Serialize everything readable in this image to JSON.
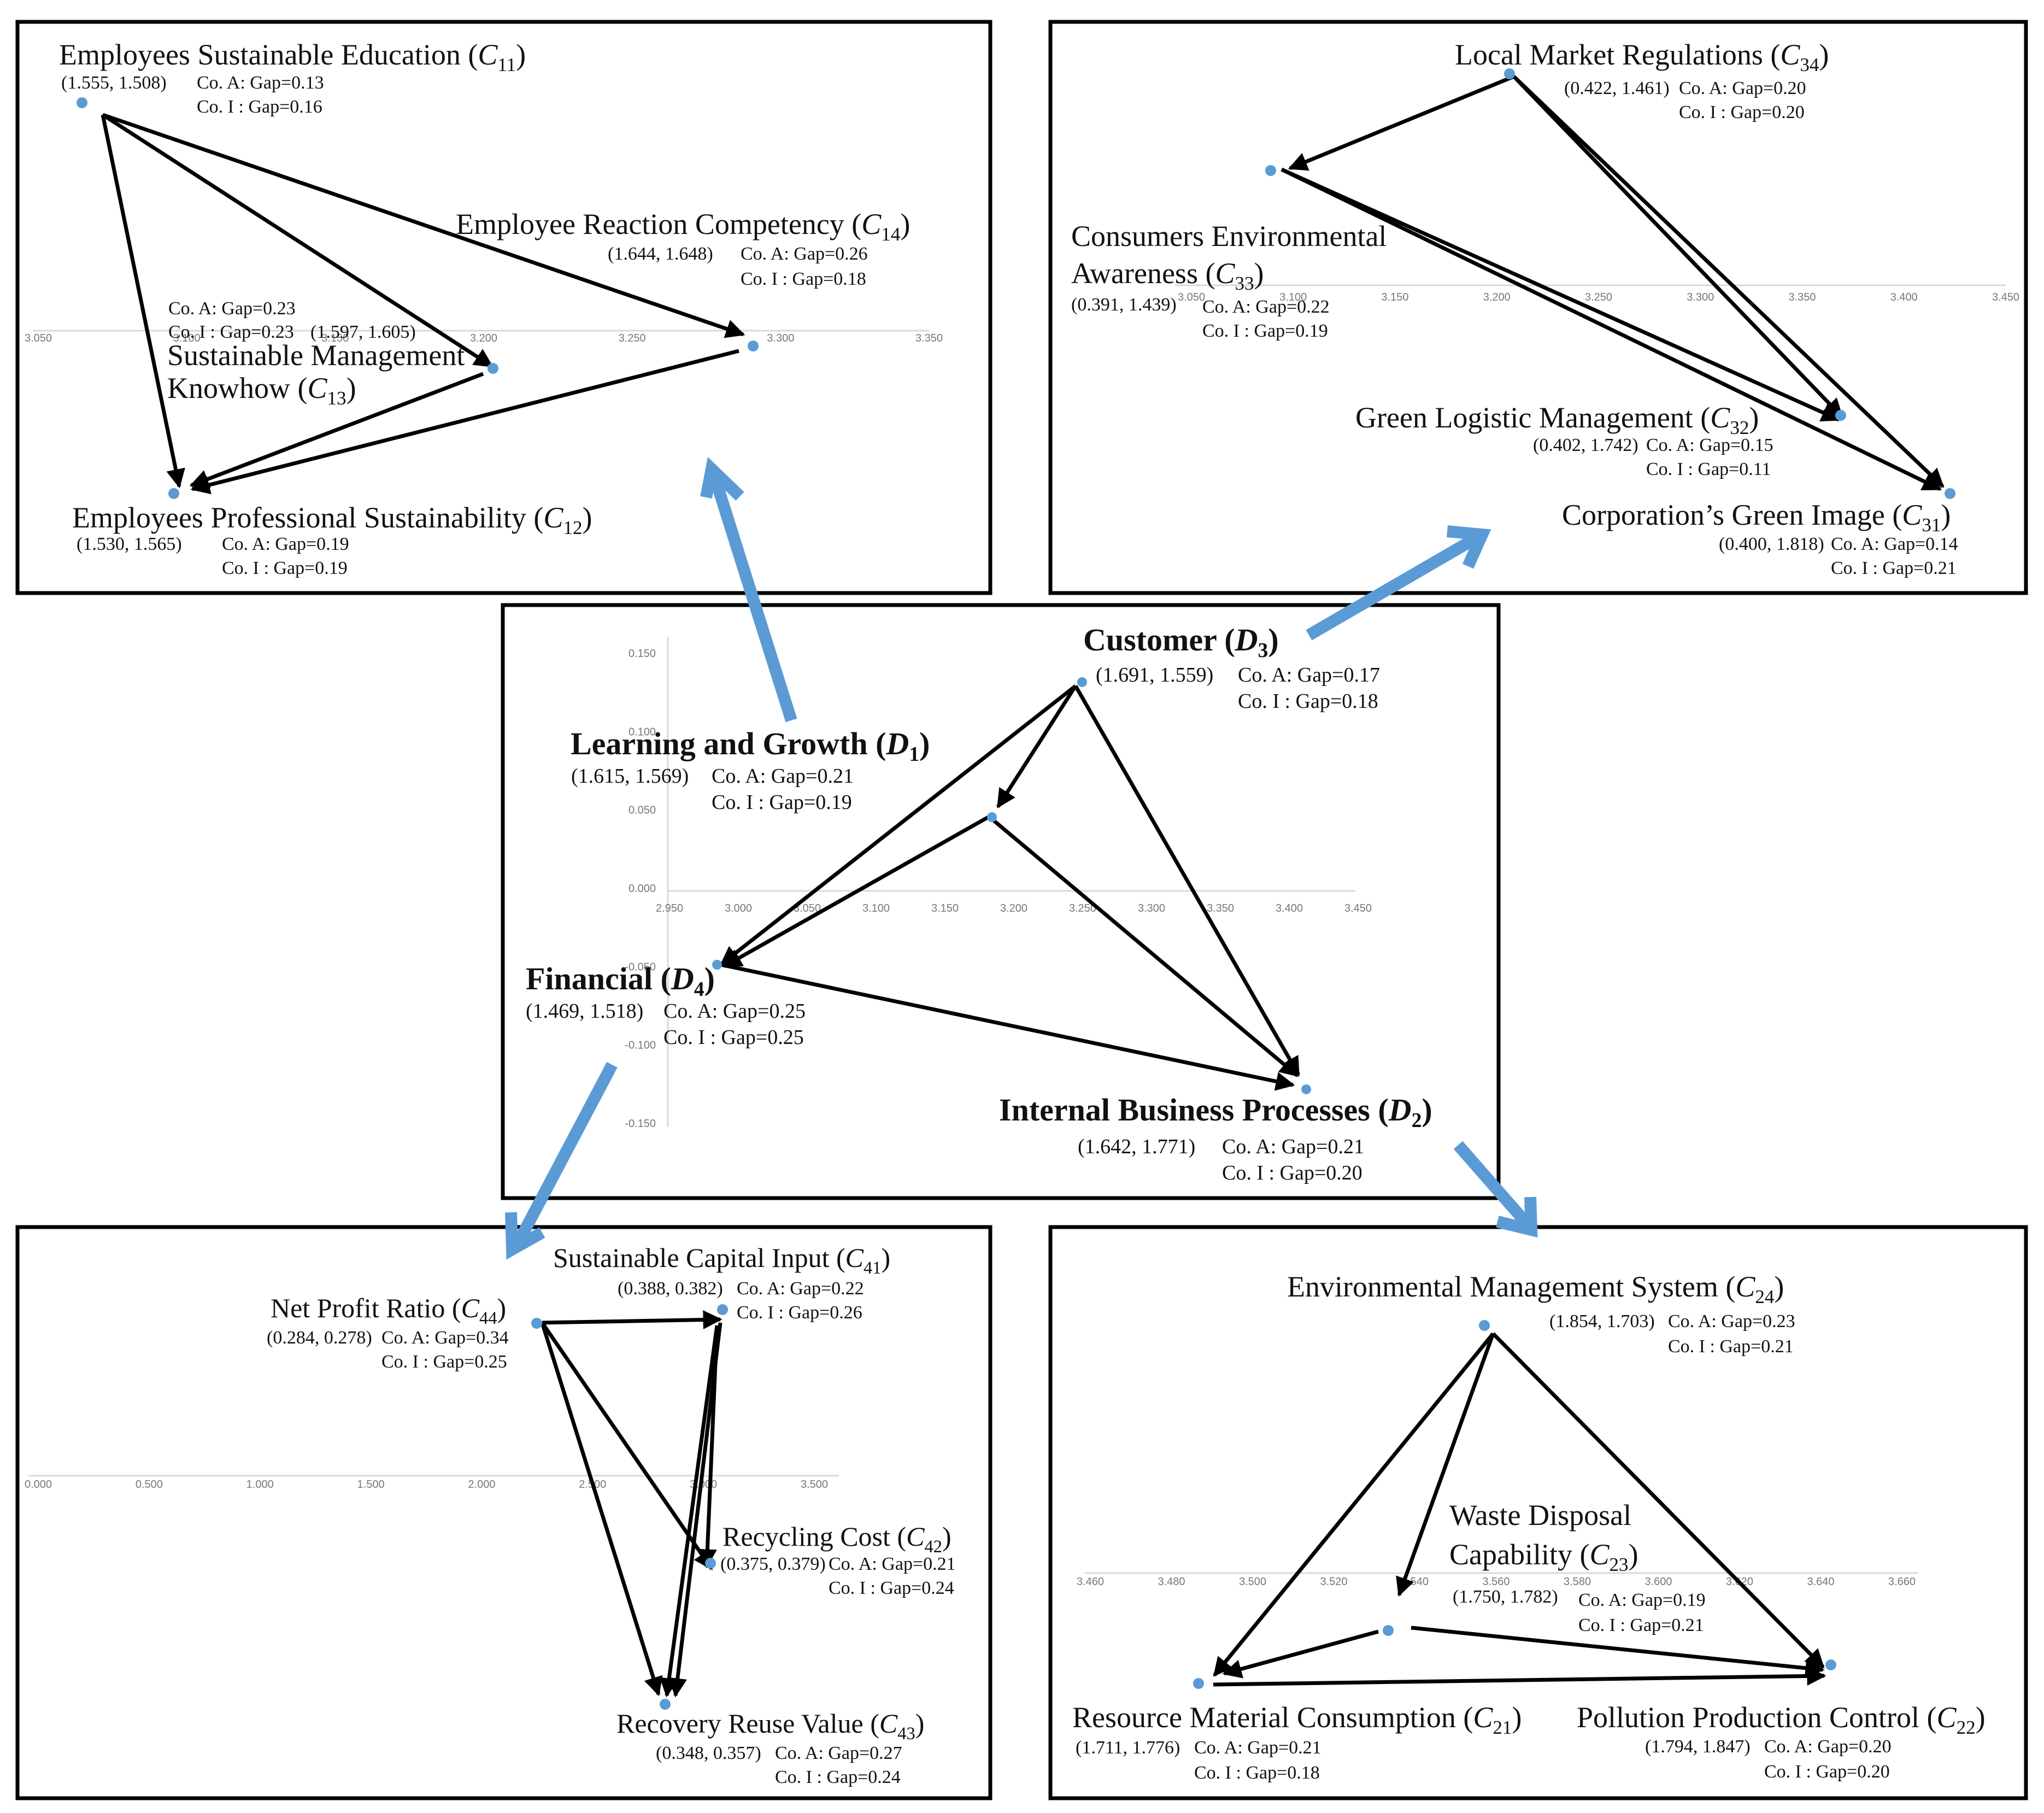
{
  "colors": {
    "dot": "#5b9bd5",
    "arrow_big": "#5b9bd5",
    "edge": "#000000"
  },
  "center": {
    "x_ticks": [
      "2.950",
      "3.000",
      "3.050",
      "3.100",
      "3.150",
      "3.200",
      "3.250",
      "3.300",
      "3.350",
      "3.400",
      "3.450"
    ],
    "y_ticks": [
      "0.150",
      "0.100",
      "0.050",
      "0.000",
      "-0.050",
      "-0.100",
      "-0.150"
    ],
    "d1": {
      "name": "Learning and Growth",
      "sym": "D",
      "idx": "1",
      "coord": "(1.615, 1.569)",
      "gap_a": "Co. A: Gap=0.21",
      "gap_i": "Co. I : Gap=0.19"
    },
    "d2": {
      "name": "Internal Business Processes",
      "sym": "D",
      "idx": "2",
      "coord": "(1.642, 1.771)",
      "gap_a": "Co. A: Gap=0.21",
      "gap_i": "Co. I : Gap=0.20"
    },
    "d3": {
      "name": "Customer",
      "sym": "D",
      "idx": "3",
      "coord": "(1.691, 1.559)",
      "gap_a": "Co. A: Gap=0.17",
      "gap_i": "Co. I : Gap=0.18"
    },
    "d4": {
      "name": "Financial",
      "sym": "D",
      "idx": "4",
      "coord": "(1.469, 1.518)",
      "gap_a": "Co. A: Gap=0.25",
      "gap_i": "Co. I : Gap=0.25"
    }
  },
  "learning": {
    "axis_ticks": [
      "3.050",
      "3.100",
      "3.150",
      "3.200",
      "3.250",
      "3.300",
      "3.350"
    ],
    "c11": {
      "name": "Employees Sustainable Education",
      "sym": "C",
      "idx": "11",
      "coord": "(1.555, 1.508)",
      "gap_a": "Co. A: Gap=0.13",
      "gap_i": "Co. I : Gap=0.16"
    },
    "c12": {
      "name": "Employees Professional Sustainability",
      "sym": "C",
      "idx": "12",
      "coord": "(1.530, 1.565)",
      "gap_a": "Co. A: Gap=0.19",
      "gap_i": "Co. I : Gap=0.19"
    },
    "c13": {
      "name1": "Sustainable Management",
      "name2": "Knowhow",
      "sym": "C",
      "idx": "13",
      "coord": "(1.597, 1.605)",
      "gap_a": "Co. A: Gap=0.23",
      "gap_i": "Co. I : Gap=0.23"
    },
    "c14": {
      "name": "Employee Reaction Competency",
      "sym": "C",
      "idx": "14",
      "coord": "(1.644, 1.648)",
      "gap_a": "Co. A: Gap=0.26",
      "gap_i": "Co. I : Gap=0.18"
    }
  },
  "customer": {
    "axis_ticks": [
      "3.050",
      "3.100",
      "3.150",
      "3.200",
      "3.250",
      "3.300",
      "3.350",
      "3.400",
      "3.450"
    ],
    "c31": {
      "name": "Corporation’s Green Image",
      "sym": "C",
      "idx": "31",
      "coord": "(0.400, 1.818)",
      "gap_a": "Co. A: Gap=0.14",
      "gap_i": "Co. I : Gap=0.21"
    },
    "c32": {
      "name": "Green Logistic Management",
      "sym": "C",
      "idx": "32",
      "coord": "(0.402, 1.742)",
      "gap_a": "Co. A: Gap=0.15",
      "gap_i": "Co. I : Gap=0.11"
    },
    "c33": {
      "name1": "Consumers Environmental",
      "name2": "Awareness",
      "sym": "C",
      "idx": "33",
      "coord": "(0.391, 1.439)",
      "gap_a": "Co. A: Gap=0.22",
      "gap_i": "Co. I : Gap=0.19"
    },
    "c34": {
      "name": "Local Market Regulations",
      "sym": "C",
      "idx": "34",
      "coord": "(0.422, 1.461)",
      "gap_a": "Co. A: Gap=0.20",
      "gap_i": "Co. I : Gap=0.20"
    }
  },
  "financial": {
    "axis_ticks": [
      "0.000",
      "0.500",
      "1.000",
      "1.500",
      "2.000",
      "2.500",
      "3.000",
      "3.500"
    ],
    "c41": {
      "name": "Sustainable Capital Input",
      "sym": "C",
      "idx": "41",
      "coord": "(0.388, 0.382)",
      "gap_a": "Co. A: Gap=0.22",
      "gap_i": "Co. I : Gap=0.26"
    },
    "c42": {
      "name": "Recycling Cost",
      "sym": "C",
      "idx": "42",
      "coord": "(0.375, 0.379)",
      "gap_a": "Co. A: Gap=0.21",
      "gap_i": "Co. I : Gap=0.24"
    },
    "c43": {
      "name": "Recovery Reuse Value",
      "sym": "C",
      "idx": "43",
      "coord": "(0.348, 0.357)",
      "gap_a": "Co. A: Gap=0.27",
      "gap_i": "Co. I : Gap=0.24"
    },
    "c44": {
      "name": "Net Profit Ratio",
      "sym": "C",
      "idx": "44",
      "coord": "(0.284, 0.278)",
      "gap_a": "Co. A: Gap=0.34",
      "gap_i": "Co. I : Gap=0.25"
    }
  },
  "internal": {
    "axis_ticks": [
      "3.460",
      "3.480",
      "3.500",
      "3.520",
      "3.540",
      "3.560",
      "3.580",
      "3.600",
      "3.620",
      "3.640",
      "3.660"
    ],
    "c21": {
      "name": "Resource Material Consumption",
      "sym": "C",
      "idx": "21",
      "coord": "(1.711, 1.776)",
      "gap_a": "Co. A: Gap=0.21",
      "gap_i": "Co. I : Gap=0.18"
    },
    "c22": {
      "name": "Pollution Production Control",
      "sym": "C",
      "idx": "22",
      "coord": "(1.794, 1.847)",
      "gap_a": "Co. A: Gap=0.20",
      "gap_i": "Co. I : Gap=0.20"
    },
    "c23": {
      "name1": "Waste Disposal",
      "name2": "Capability",
      "sym": "C",
      "idx": "23",
      "coord": "(1.750, 1.782)",
      "gap_a": "Co. A: Gap=0.19",
      "gap_i": "Co. I : Gap=0.21"
    },
    "c24": {
      "name": "Environmental Management System",
      "sym": "C",
      "idx": "24",
      "coord": "(1.854, 1.703)",
      "gap_a": "Co. A: Gap=0.23",
      "gap_i": "Co. I : Gap=0.21"
    }
  }
}
